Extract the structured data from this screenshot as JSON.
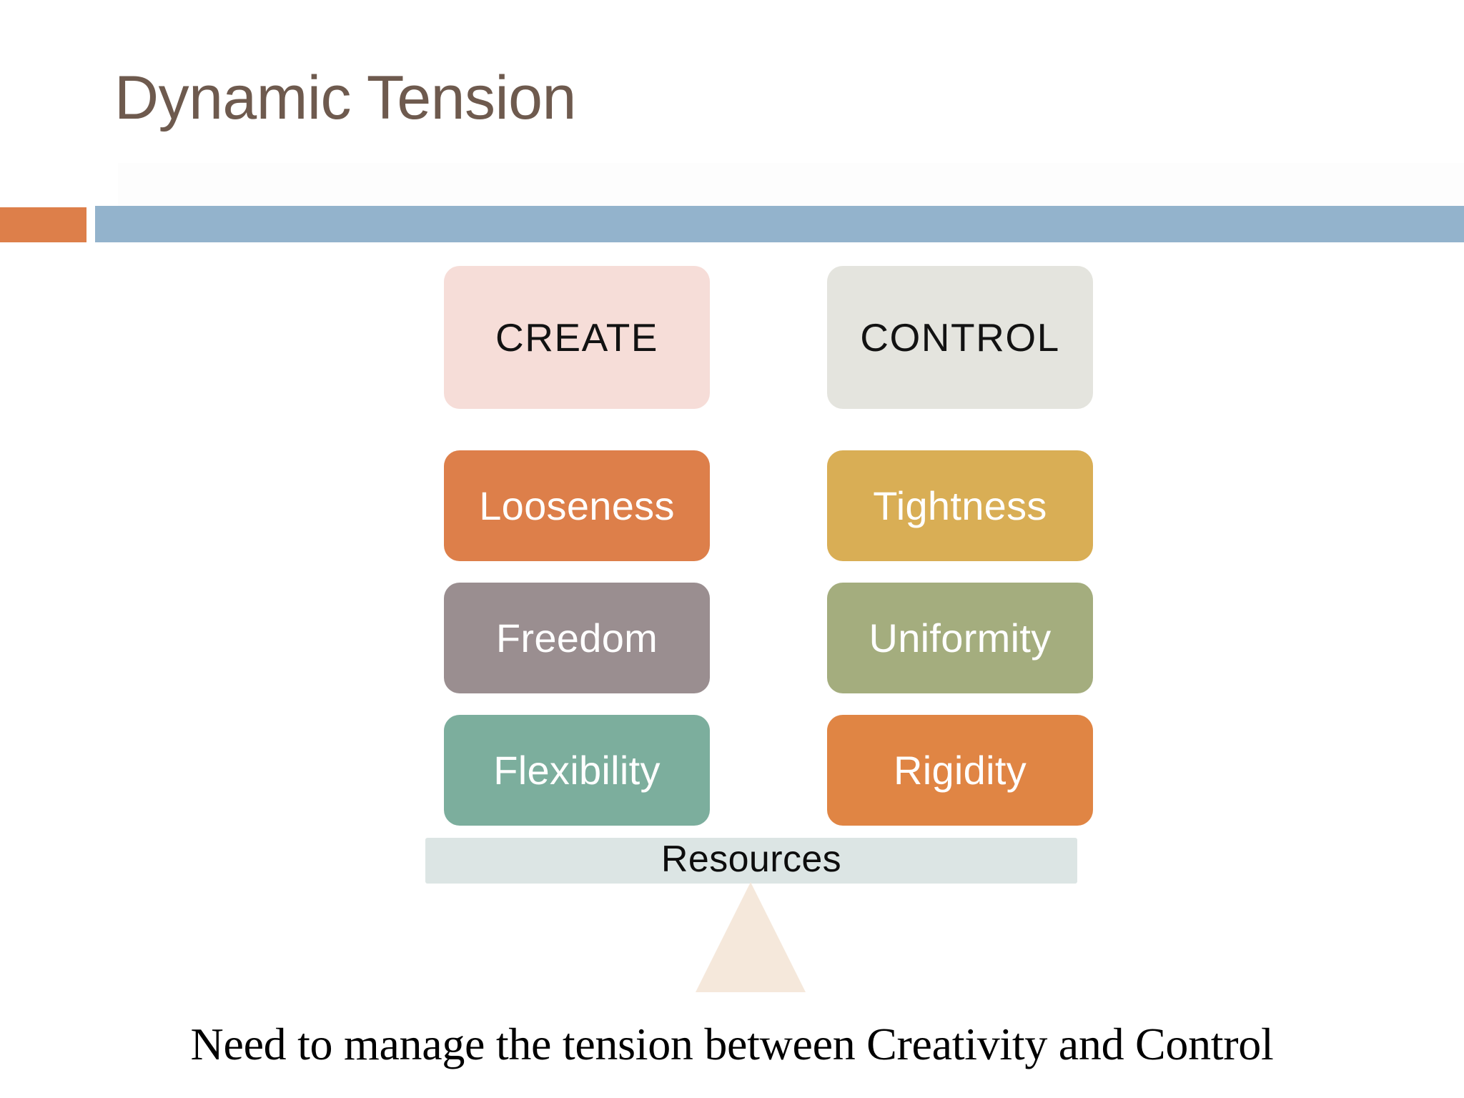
{
  "slide": {
    "title": "Dynamic Tension",
    "caption": "Need to manage the tension between Creativity and Control",
    "background_color": "#FFFFFF",
    "title_color": "#6E5A4E",
    "accent_color": "#DD7F4A",
    "rule_color": "#93B3CC"
  },
  "diagram": {
    "type": "balance-scale",
    "columns": [
      {
        "id": "create",
        "header": {
          "label": "CREATE",
          "fill": "#F6DDD8",
          "text_color": "#121212"
        },
        "items": [
          {
            "label": "Looseness",
            "fill": "#DD7F4A",
            "text_color": "#FFFFFF"
          },
          {
            "label": "Freedom",
            "fill": "#9A8E90",
            "text_color": "#FFFFFF"
          },
          {
            "label": "Flexibility",
            "fill": "#7CAE9D",
            "text_color": "#FFFFFF"
          }
        ]
      },
      {
        "id": "control",
        "header": {
          "label": "CONTROL",
          "fill": "#E4E4DE",
          "text_color": "#121212"
        },
        "items": [
          {
            "label": "Tightness",
            "fill": "#D9AE55",
            "text_color": "#FFFFFF"
          },
          {
            "label": "Uniformity",
            "fill": "#A4AD7E",
            "text_color": "#FFFFFF"
          },
          {
            "label": "Rigidity",
            "fill": "#E08544",
            "text_color": "#FFFFFF"
          }
        ]
      }
    ],
    "beam": {
      "label": "Resources",
      "fill": "#DCE5E4",
      "text_color": "#0D0D0D"
    },
    "fulcrum": {
      "fill": "#F5E8DB",
      "shape": "triangle"
    }
  }
}
